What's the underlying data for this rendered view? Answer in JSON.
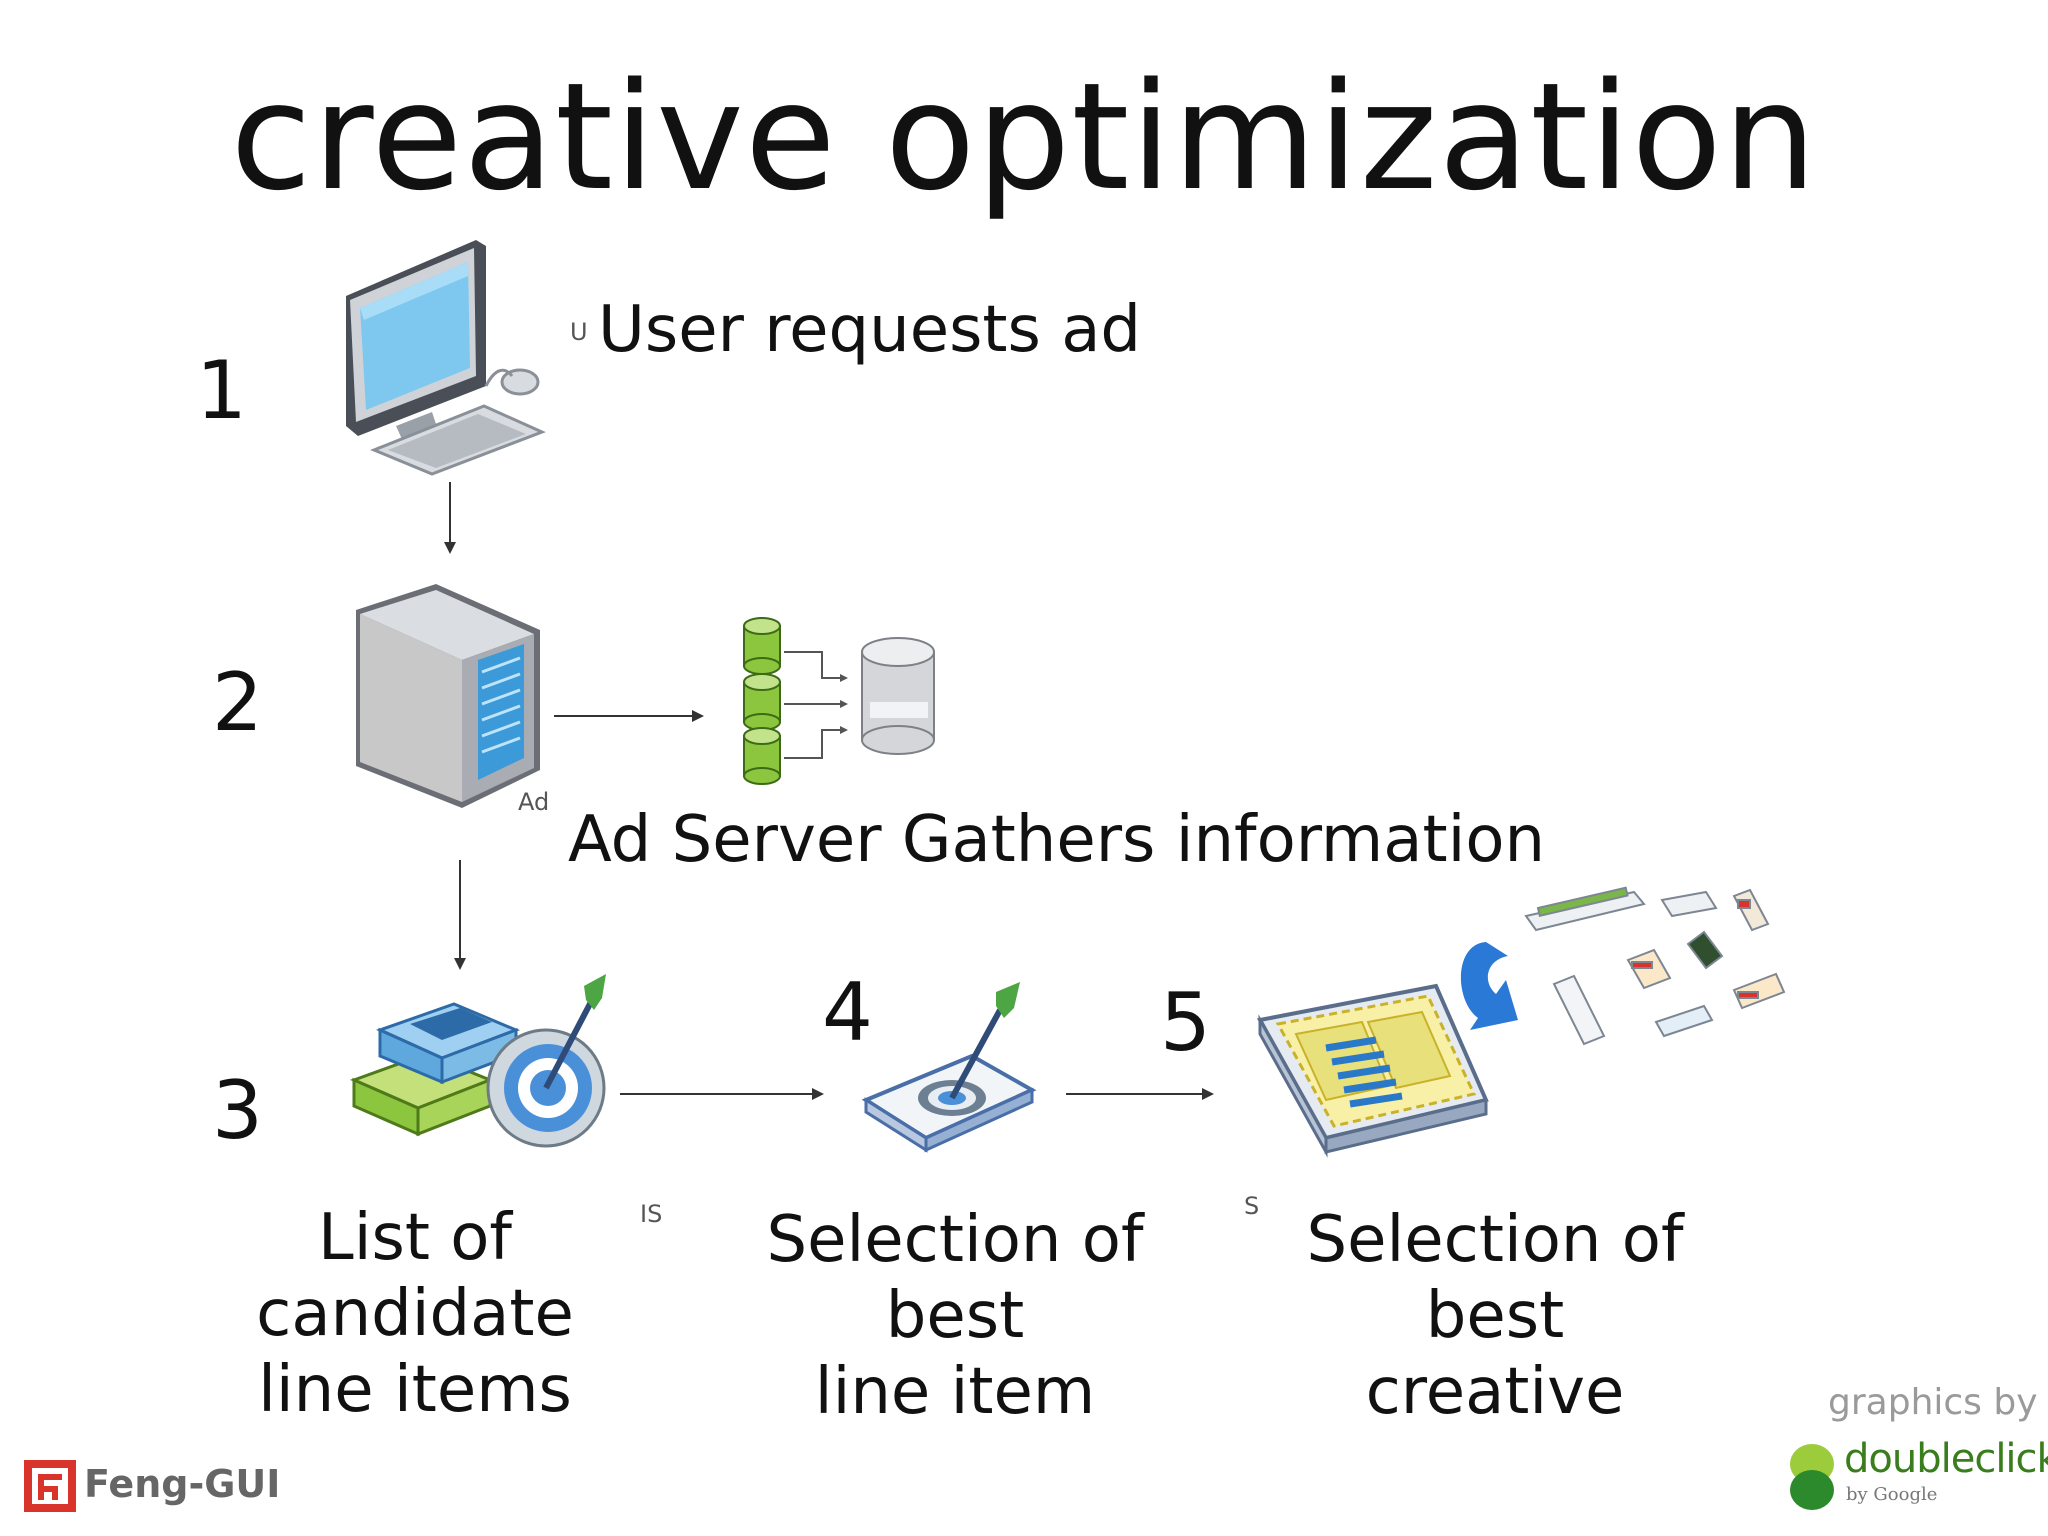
{
  "title": "creative optimization",
  "steps": [
    {
      "number": "1",
      "label": "User requests ad",
      "icon": "computer-icon"
    },
    {
      "number": "2",
      "label": "Ad Server Gathers information",
      "icon": "ad-server-icon"
    },
    {
      "number": "3",
      "label_line1": "List of candidate",
      "label_line2": "line items",
      "icon": "target-listing-icon"
    },
    {
      "number": "4",
      "label_line1": "Selection of best",
      "label_line2": "line item",
      "icon": "dart-target-icon"
    },
    {
      "number": "5",
      "label_line1": "Selection of best",
      "label_line2": "creative",
      "icon": "ad-layout-icon"
    }
  ],
  "stray_marks": {
    "user": "U",
    "ad": "Ad",
    "is": "IS",
    "s": "S"
  },
  "credit": {
    "graphics_by": "graphics by",
    "brand": "doubleclick",
    "brand_sub": "by Google"
  },
  "watermark": {
    "text": "Feng-GUI",
    "logo": "feng-gui-logo"
  },
  "colors": {
    "text": "#111111",
    "monitor_screen": "#7ec8f0",
    "server_body": "#c8c8c8",
    "database_green": "#8cc63f",
    "target_blue": "#4a90d9",
    "doubleclick_green": "#3a7d1d",
    "fenggui_red": "#d9342b"
  }
}
